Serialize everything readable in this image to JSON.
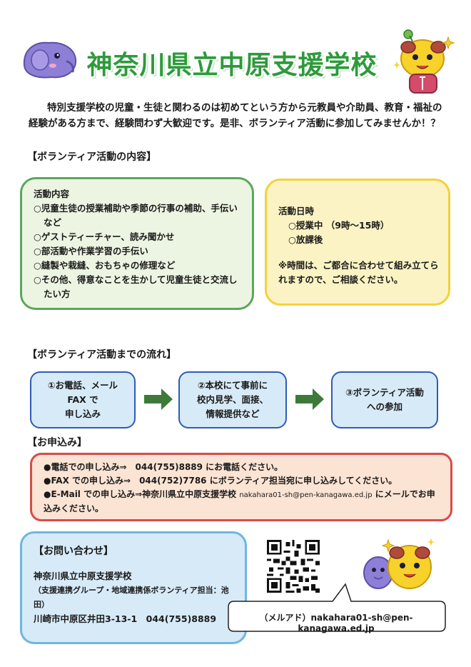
{
  "title": "神奈川県立中原支援学校",
  "intro": "特別支援学校の児童・生徒と関わるのは初めてという方から元教員や介助員、教育・福祉の経験がある方まで、経験問わず大歓迎です。是非、ボランティア活動に参加してみませんか！？",
  "section_activity": "【ボランティア活動の内容】",
  "activity": {
    "title": "活動内容",
    "items": [
      "○児童生徒の授業補助や季節の行事の補助、手伝いなど",
      "○ゲストティーチャー、読み聞かせ",
      "○部活動や作業学習の手伝い",
      "○縫製や栽縫、おもちゃの修理など",
      "○その他、得意なことを生かして児童生徒と交流したい方"
    ]
  },
  "schedule": {
    "title": "活動日時",
    "items": [
      "○授業中 （9時～15時）",
      "○放課後"
    ],
    "note": "※時間は、ご都合に合わせて組み立てられますので、ご相談ください。"
  },
  "section_flow": "【ボランティア活動までの流れ】",
  "flow": [
    "①お電話、メール\nFAX で\n申し込み",
    "②本校にて事前に\n校内見学、面接、\n情報提供など",
    "③ボランティア活動\nへの参加"
  ],
  "section_apply": "【お申込み】",
  "apply": {
    "phone": "●電話での申し込み⇒　044(755)8889 にお電話ください。",
    "fax": "●FAX での申し込み⇒　044(752)7786 にボランティア担当宛に申し込みしてください。",
    "email_prefix": "●E-Mail での申し込み⇒神奈川県立中原支援学校 ",
    "email_address": "nakahara01-sh@pen-kanagawa.ed.jp",
    "email_suffix": " にメールでお申込みください。"
  },
  "contact": {
    "title": "【お問い合わせ】",
    "school": "神奈川県立中原支援学校",
    "department": "（支援連携グループ・地域連携係ボランティア担当：池田）",
    "address": "川崎市中原区井田3-13-1　044(755)8889"
  },
  "bubble": "（メルアド）nakahara01-sh@pen-kanagawa.ed.jp",
  "colors": {
    "title_green": "#2e9a3c",
    "activity_border": "#59a85a",
    "schedule_border": "#f4d13a",
    "flow_border": "#2f5bb7",
    "arrow": "#3d7a3a",
    "apply_border": "#d84b49",
    "contact_border": "#6fb6de"
  }
}
